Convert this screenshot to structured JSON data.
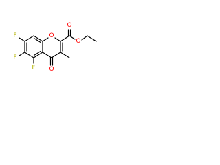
{
  "molecule": {
    "atoms": {
      "f_top": {
        "symbol": "F",
        "color": "#b4b400"
      },
      "f_mid": {
        "symbol": "F",
        "color": "#b4b400"
      },
      "f_bot": {
        "symbol": "F",
        "color": "#b4b400"
      },
      "o_ring": {
        "symbol": "O",
        "color": "#ff0000"
      },
      "o_ketone": {
        "symbol": "O",
        "color": "#ff0000"
      },
      "o_carbonyl": {
        "symbol": "O",
        "color": "#ff0000"
      },
      "o_ester": {
        "symbol": "O",
        "color": "#ff0000"
      }
    },
    "bond_color": "#000000"
  }
}
